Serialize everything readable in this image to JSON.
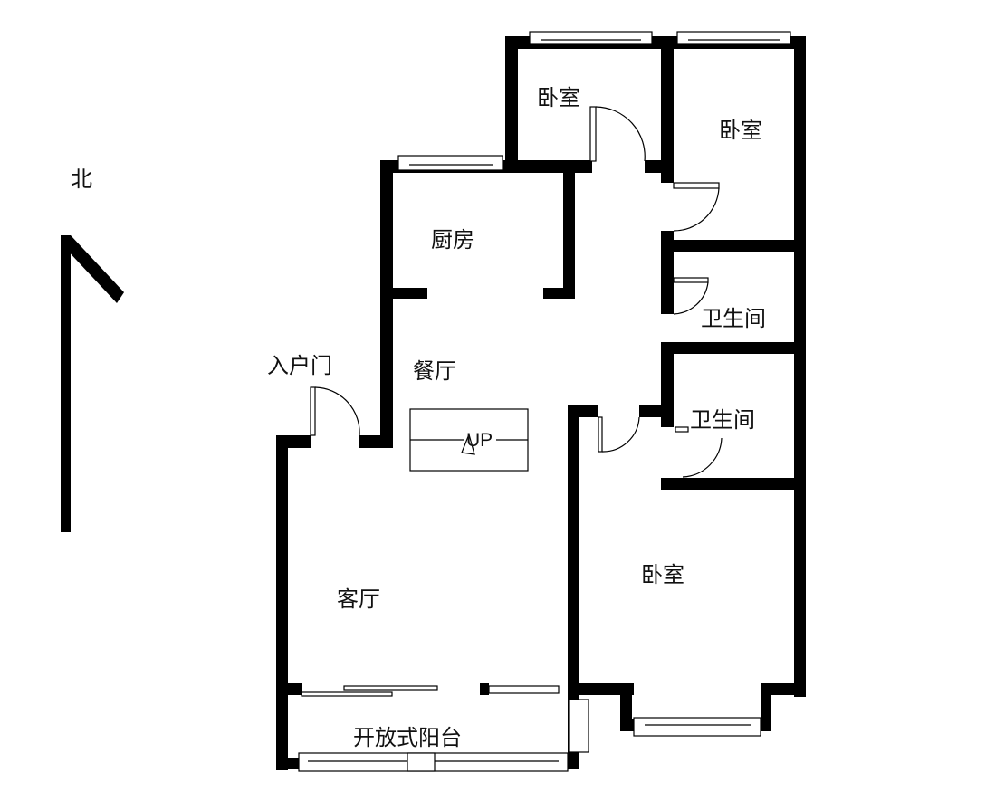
{
  "compass": {
    "label": "北"
  },
  "rooms": {
    "bedroom_top_left": "卧室",
    "bedroom_top_right": "卧室",
    "kitchen": "厨房",
    "bathroom_upper": "卫生间",
    "bathroom_lower": "卫生间",
    "entrance": "入户门",
    "dining": "餐厅",
    "stairs": "UP",
    "living": "客厅",
    "bedroom_bottom": "卧室",
    "balcony": "开放式阳台"
  }
}
